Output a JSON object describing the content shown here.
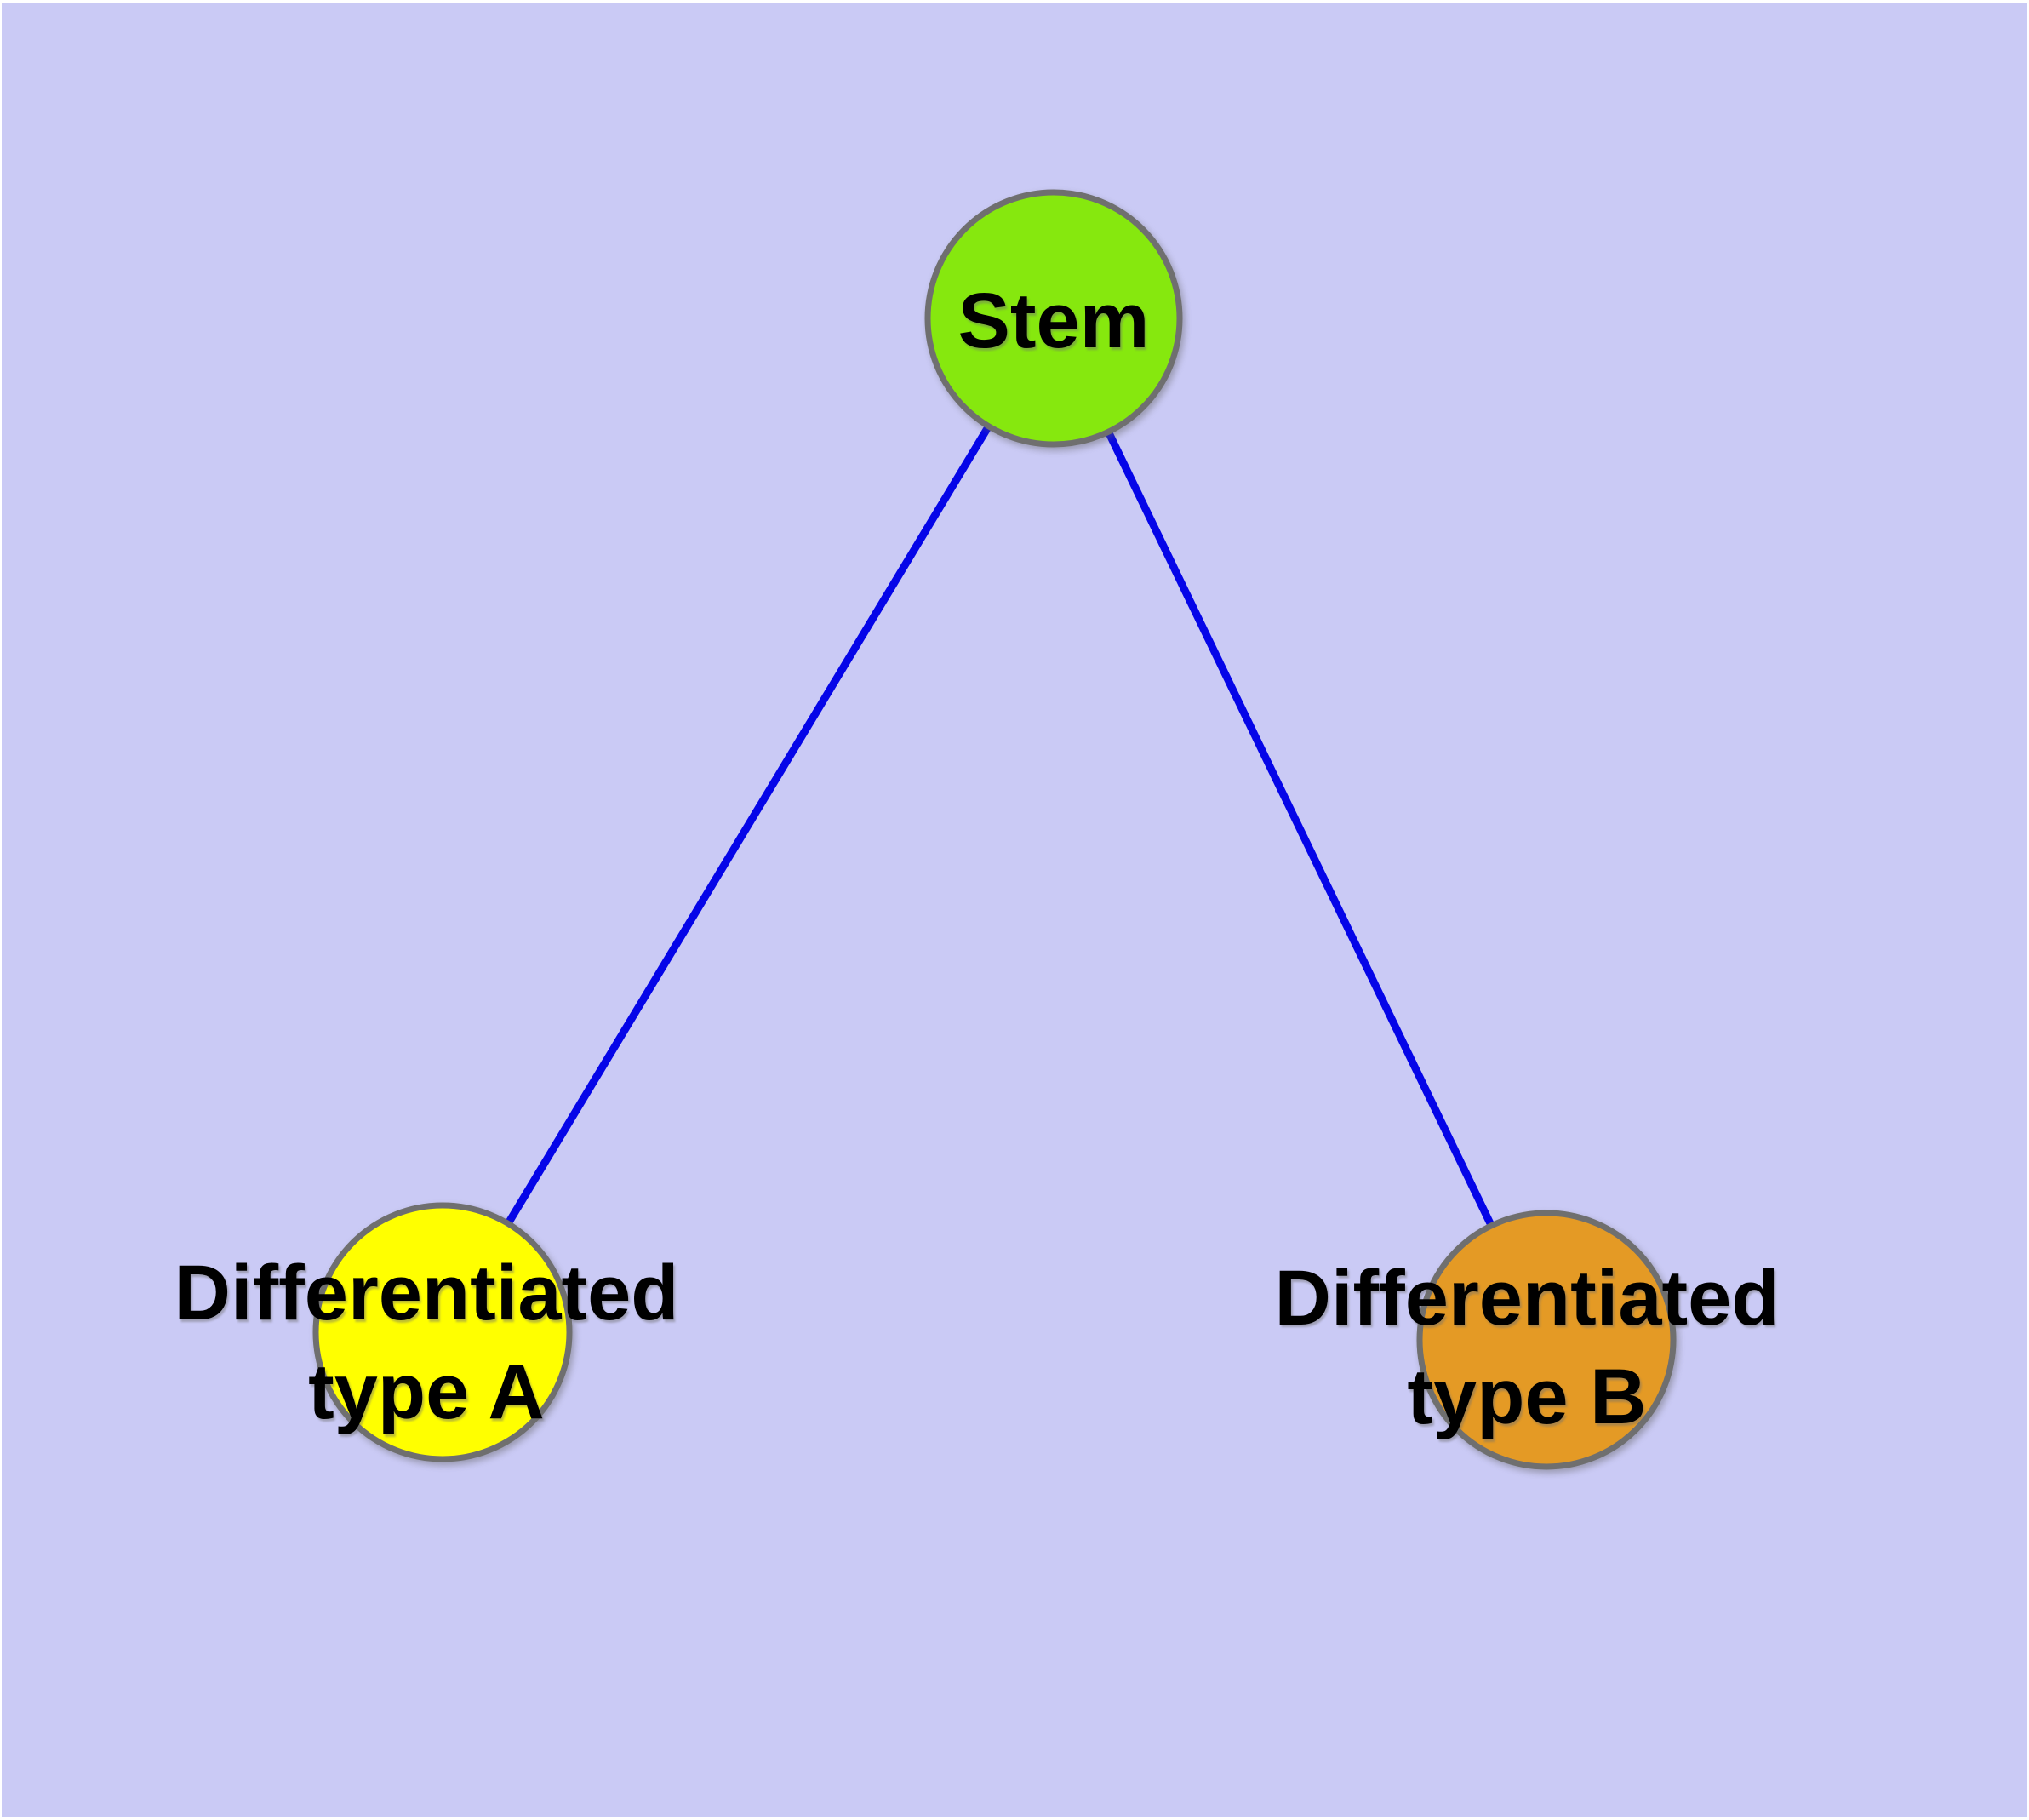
{
  "diagram": {
    "type": "graph",
    "title": "Stem cell differentiation graph",
    "colors": {
      "background": "#CACAF5",
      "edge": "#0505E8",
      "node-border": "#6F6F6F",
      "label-text": "#000000"
    },
    "nodes": [
      {
        "id": "stem",
        "label": "Stem",
        "fill": "#86E80E"
      },
      {
        "id": "differentiated-type-a",
        "label_line1": "Differentiated",
        "label_line2": "type A",
        "fill": "#FFFF00"
      },
      {
        "id": "differentiated-type-b",
        "label_line1": "Differentiated",
        "label_line2": "type B",
        "fill": "#E49A25"
      }
    ],
    "edges": [
      {
        "from": "Stem",
        "to": "Differentiated type A"
      },
      {
        "from": "Stem",
        "to": "Differentiated type B"
      }
    ]
  }
}
